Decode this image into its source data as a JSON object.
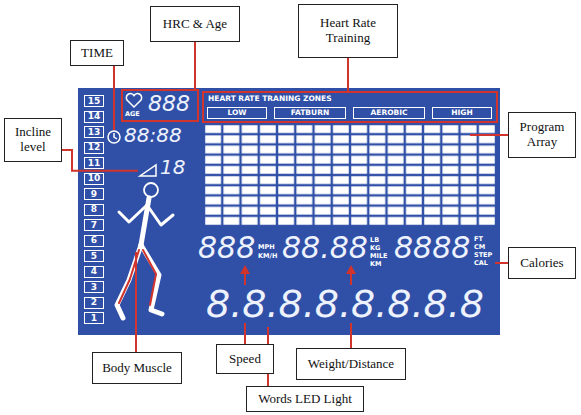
{
  "diagram": {
    "nodes": [
      {
        "text": [
          "HRC & Age"
        ]
      },
      {
        "text": [
          "Heart Rate Training"
        ]
      },
      {
        "text": [
          "TIME"
        ]
      },
      {
        "text": [
          "15"
        ]
      },
      {
        "text": [
          "14"
        ]
      },
      {
        "text": [
          "13"
        ]
      },
      {
        "text": [
          "12"
        ]
      },
      {
        "text": [
          "11"
        ]
      },
      {
        "text": [
          "10"
        ]
      },
      {
        "text": [
          "9"
        ]
      },
      {
        "text": [
          "8"
        ]
      },
      {
        "text": [
          "7"
        ]
      },
      {
        "text": [
          "6"
        ]
      },
      {
        "text": [
          "5"
        ]
      },
      {
        "text": [
          "4"
        ]
      },
      {
        "text": [
          "3"
        ]
      },
      {
        "text": [
          "2"
        ]
      },
      {
        "text": [
          "1"
        ]
      },
      {
        "text": [
          "LOW"
        ]
      },
      {
        "text": [
          "FATBURN"
        ]
      },
      {
        "text": [
          "AEROBIC"
        ]
      },
      {
        "text": [
          "HIGH"
        ]
      },
      {
        "text": [
          "Incline level"
        ]
      },
      {
        "text": [
          "Program Array"
        ]
      },
      {
        "text": [
          "Calories"
        ]
      },
      {
        "text": [
          "Body Muscle"
        ]
      },
      {
        "text": [
          "Speed"
        ]
      },
      {
        "text": [
          "Weight/Distance"
        ]
      },
      {
        "text": [
          "Words LED Light"
        ]
      }
    ],
    "labels": [
      "AGE",
      "888",
      "88:88",
      "18",
      "HEART RATE TRANING ZONES",
      "888",
      "MPH",
      "KM/H",
      "88.88",
      "LB",
      "KG",
      "MILE",
      "KM",
      "8888",
      "FT",
      "CM",
      "STEP",
      "CAL",
      "8.8.8.8.8.8.8.8"
    ]
  }
}
